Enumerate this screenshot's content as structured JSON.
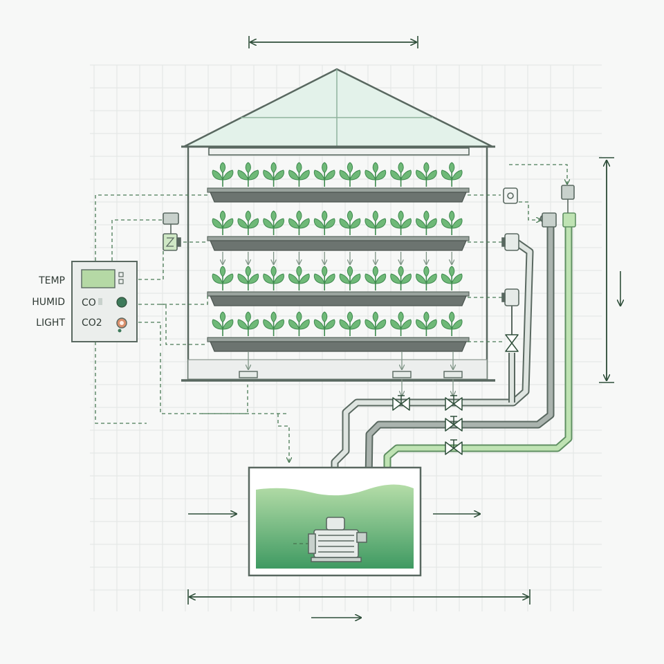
{
  "labels": {
    "temp": "TEMP",
    "humid": "HUMID",
    "light": "LIGHT",
    "co_partial": "CO",
    "co2": "CO2"
  },
  "icons": {
    "sensor_gauge": "gauge-sensor-icon",
    "sensor_z": "s-sensor-icon",
    "indicator_dark": "status-led-icon",
    "indicator_alert": "alert-led-icon",
    "pump": "pump-icon",
    "valve": "valve-icon",
    "plant": "seedling-icon"
  },
  "colors": {
    "line": "#2f4f3a",
    "frame": "#596860",
    "glass": "#e3f2ea",
    "leaf": "#6fb978",
    "leaf_dark": "#3f8a4f",
    "tray": "#6c7470",
    "water_top": "#b5dda8",
    "water_bottom": "#3f9a62",
    "pipe_gray": "#aab3ae",
    "pipe_green": "#bfe3b3",
    "grid": "#e2e5e3",
    "dash": "#4a7a55",
    "lcd": "#b5d9a5",
    "led_green": "#3d7a5a",
    "led_alert": "#d9906d"
  }
}
